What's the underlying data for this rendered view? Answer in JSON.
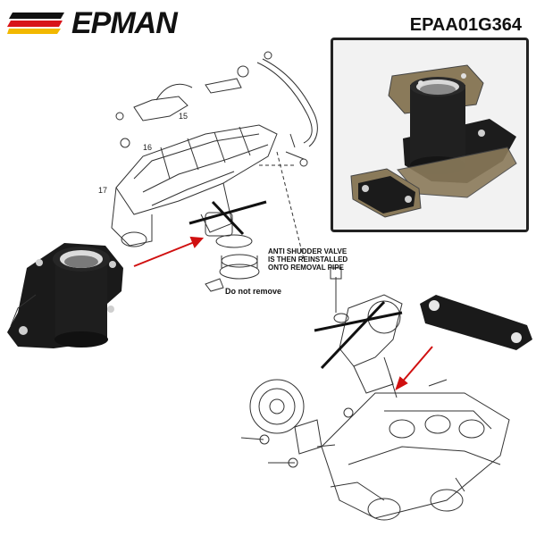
{
  "brand": {
    "name": "EPMAN",
    "stripe_colors": [
      "#111111",
      "#d8141a",
      "#f2b800"
    ]
  },
  "part_number": "EPAA01G364",
  "annotations": {
    "valve_note_line1": "ANTI SHUDDER VALVE",
    "valve_note_line2": "IS THEN REINSTALLED",
    "valve_note_line3": "ONTO REMOVAL PIPE",
    "keep_note": "Do not remove"
  },
  "callouts": {
    "c15": "15",
    "c16": "16",
    "c17": "17"
  },
  "colors": {
    "arrow": "#d01010",
    "part_black": "#1a1a1a",
    "gasket": "#8a7a5a"
  }
}
